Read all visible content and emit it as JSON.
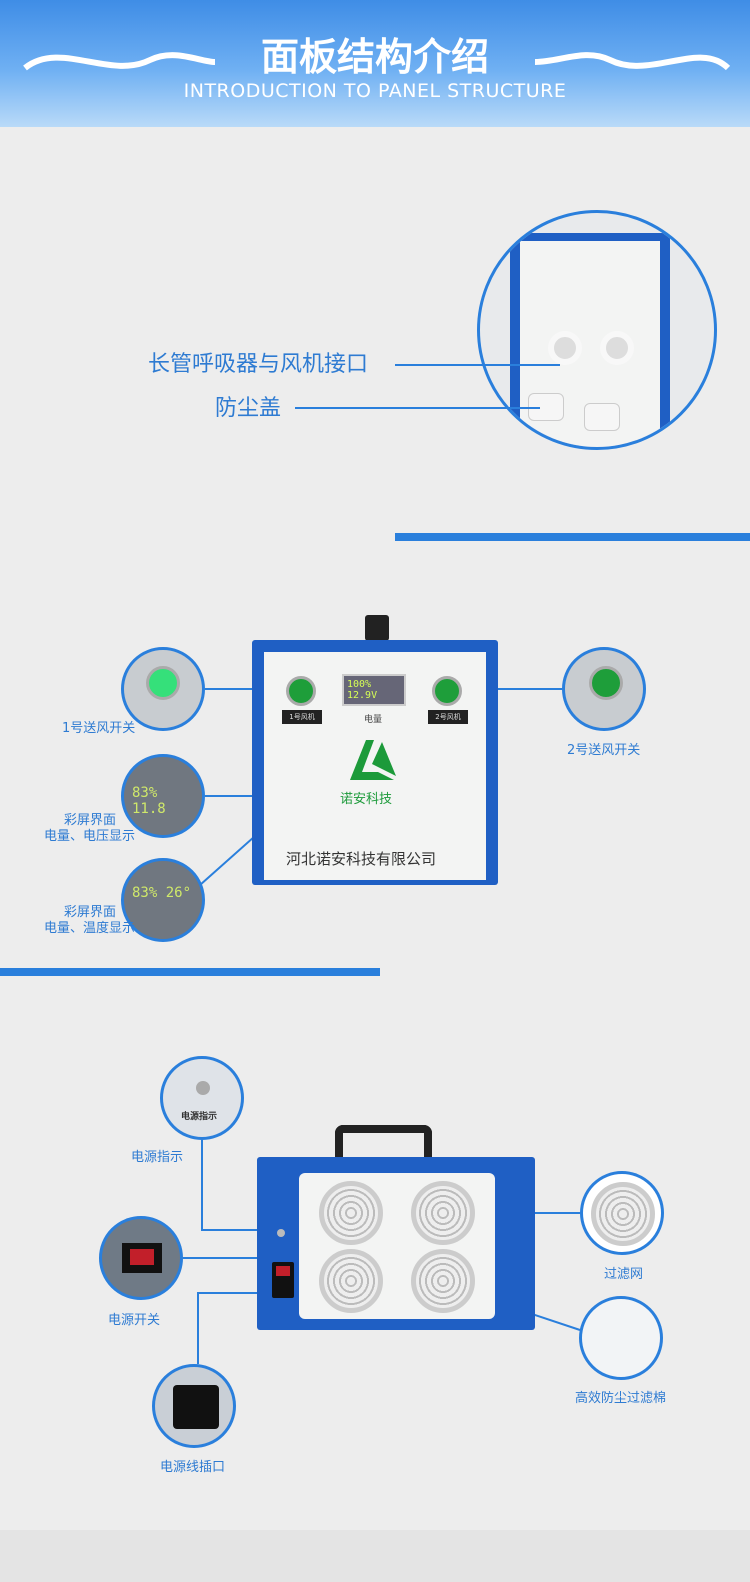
{
  "header": {
    "title": "面板结构介绍",
    "subtitle": "INTRODUCTION TO PANEL STRUCTURE"
  },
  "section1": {
    "labels": [
      "长管呼吸器与风机接口",
      "防尘盖"
    ]
  },
  "section2": {
    "device": {
      "display": "100% 12.9V",
      "display_label": "电量",
      "brand": "诺安科技",
      "company": "河北诺安科技有限公司",
      "switch1": "1号风机",
      "switch2": "2号风机"
    },
    "labels": {
      "switch1": "1号送风开关",
      "switch2": "2号送风开关",
      "screen1_line1": "彩屏界面",
      "screen1_line2": "电量、电压显示",
      "screen2_line1": "彩屏界面",
      "screen2_line2": "电量、温度显示"
    },
    "closeups": {
      "screen1": "83% 11.8",
      "screen2": "83% 26°"
    }
  },
  "section3": {
    "labels": {
      "power_indicator": "电源指示",
      "power_switch": "电源开关",
      "power_socket": "电源线插口",
      "filter_grid": "过滤网",
      "filter_cotton": "高效防尘过滤棉"
    },
    "closeup_text": "电源指示"
  },
  "colors": {
    "accent": "#2a7fdc",
    "device_blue": "#1f5fc4"
  }
}
